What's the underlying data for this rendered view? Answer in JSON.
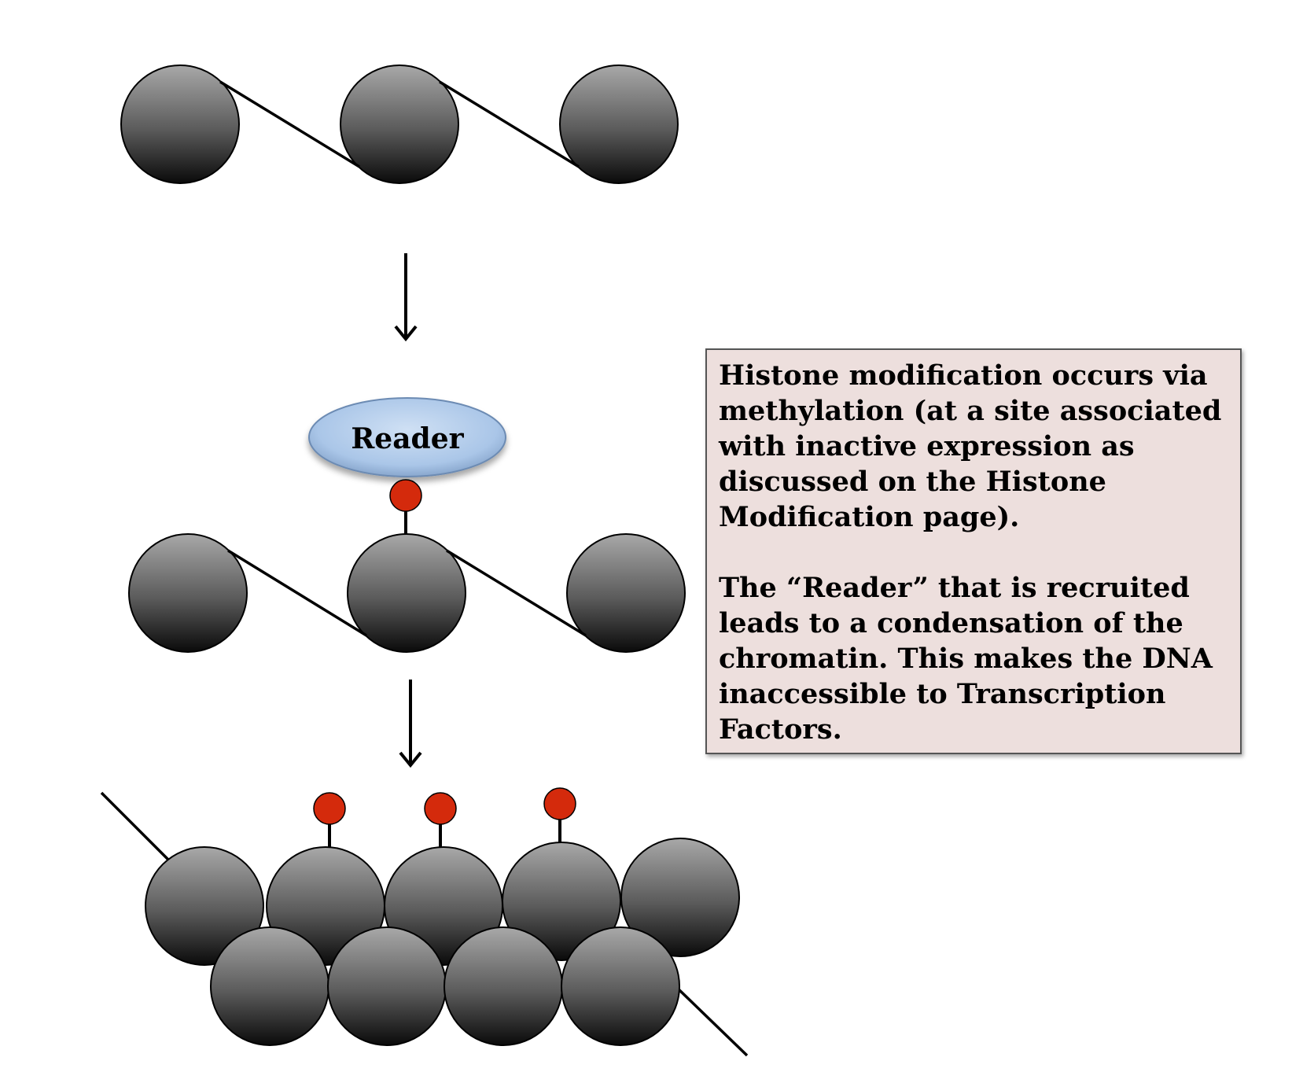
{
  "reader": {
    "label": "Reader"
  },
  "info": {
    "paragraphs": [
      "Histone modification occurs via methylation (at a site associated with inactive expression as discussed on the Histone Modification page).",
      "The “Reader” that is recruited leads to a condensation of the chromatin. This makes the DNA inaccessible to Transcription Factors."
    ]
  },
  "colors": {
    "nucleosome_top": "#a8a8a8",
    "nucleosome_bottom": "#111111",
    "methyl_mark": "#d42a0c",
    "reader_fill": "#b3cdea",
    "box_fill": "#eddfdd"
  }
}
